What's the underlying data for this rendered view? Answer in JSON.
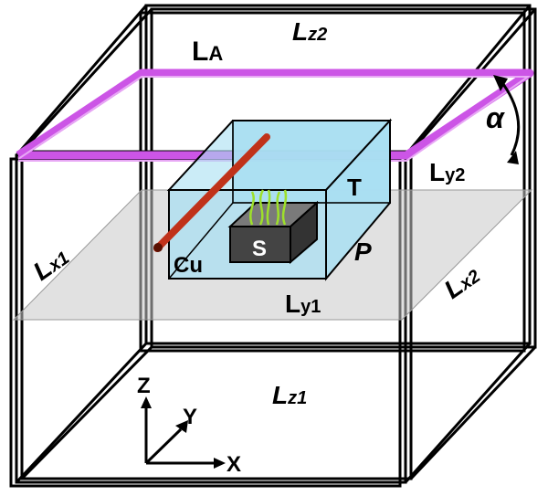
{
  "labels": {
    "la_main": "L",
    "la_sub": "A",
    "lz2_main": "L",
    "lz2_sub": "z2",
    "alpha": "α",
    "ly2_main": "L",
    "ly2_sub": "y2",
    "t": "T",
    "s": "S",
    "cu": "Cu",
    "p": "P",
    "lx1_main": "L",
    "lx1_sub": "x1",
    "lx2_main": "L",
    "lx2_sub": "x2",
    "ly1_main": "L",
    "ly1_sub": "y1",
    "lz1_main": "L",
    "lz1_sub": "z1",
    "axis_z": "Z",
    "axis_y": "Y",
    "axis_x": "X"
  },
  "colors": {
    "frame": "#000000",
    "loop": "#cc55e6",
    "tank_fill": "#a9dff2",
    "tank_edge": "#000000",
    "plane_fill": "#c8c8c8",
    "rod": "#c0321a",
    "sample_top": "#7a7a7a",
    "sample_front": "#444444",
    "fibers": "#9ee02a"
  }
}
